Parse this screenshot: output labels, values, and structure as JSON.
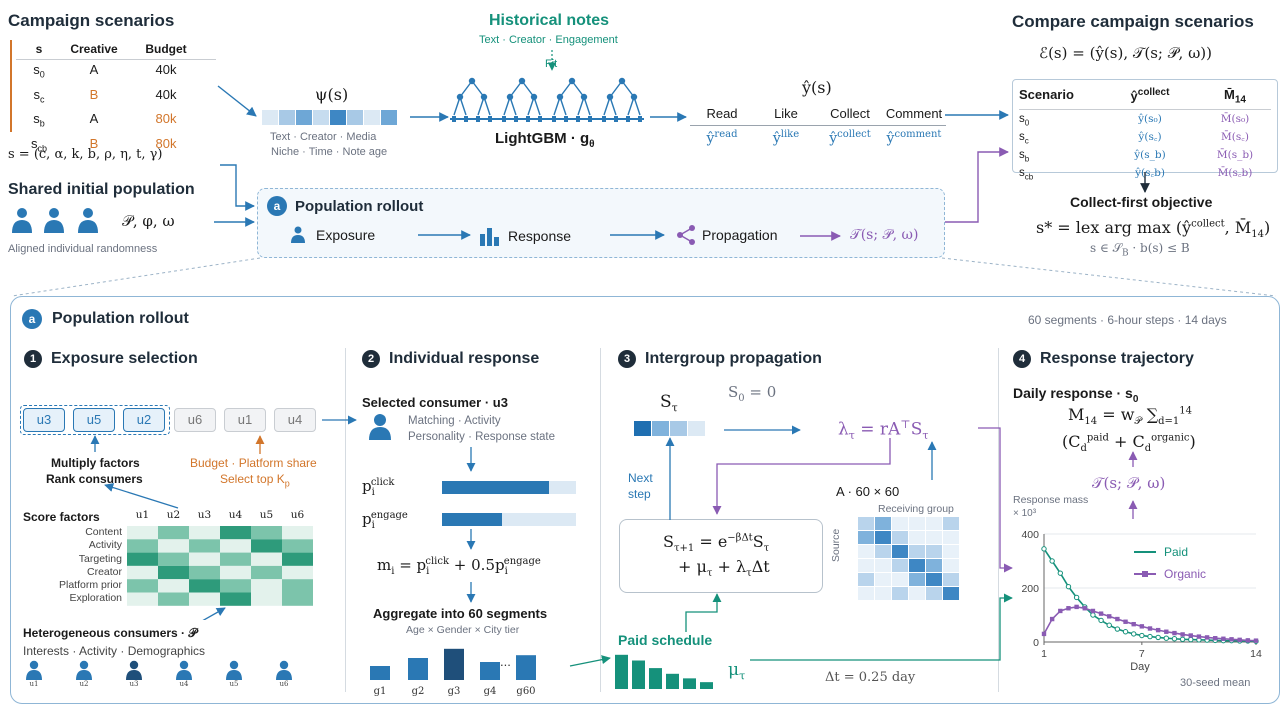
{
  "campaign": {
    "title": "Campaign scenarios",
    "headers": [
      "s",
      "Creative",
      "Budget"
    ],
    "rows": [
      {
        "s": "s",
        "sub": "0",
        "creative": "A",
        "budget": "40k"
      },
      {
        "s": "s",
        "sub": "c",
        "creative": "B",
        "budget": "40k"
      },
      {
        "s": "s",
        "sub": "b",
        "creative": "A",
        "budget": "80k"
      },
      {
        "s": "s",
        "sub": "cb",
        "creative": "B",
        "budget": "80k"
      }
    ],
    "tuple": "s = (c, α, k, b, ρ, η, t, γ)"
  },
  "population": {
    "title": "Shared initial population",
    "params": "𝒫, φ, ω",
    "note": "Aligned individual randomness"
  },
  "psi": {
    "label": "ψ(s)",
    "features_1": "Text · Creator · Media",
    "features_2": "Niche · Time · Note age"
  },
  "historical": {
    "title": "Historical notes",
    "subtitle": "Text · Creator · Engagement",
    "fit": "Fit",
    "model": "LightGBM · g",
    "model_sub": "θ"
  },
  "yhat": {
    "label": "ŷ(s)",
    "outputs": [
      {
        "name": "Read",
        "sym": "ŷ",
        "sup": "read"
      },
      {
        "name": "Like",
        "sym": "ŷ",
        "sup": "like"
      },
      {
        "name": "Collect",
        "sym": "ŷ",
        "sup": "collect"
      },
      {
        "name": "Comment",
        "sym": "ŷ",
        "sup": "comment"
      }
    ]
  },
  "compare": {
    "title": "Compare campaign scenarios",
    "formula": "ℰ(s) = (ŷ(s), 𝒯(s; 𝒫, ω))",
    "headers": {
      "scenario": "Scenario",
      "collect": "ŷ",
      "collect_sup": "collect",
      "m": "M̄",
      "m_sub": "14"
    },
    "rows": [
      {
        "s": "s",
        "sub": "0",
        "y": "ŷ(s₀)",
        "m": "M̄(s₀)"
      },
      {
        "s": "s",
        "sub": "c",
        "y": "ŷ(s꜀)",
        "m": "M̄(s꜀)"
      },
      {
        "s": "s",
        "sub": "b",
        "y": "ŷ(s_b)",
        "m": "M̄(s_b)"
      },
      {
        "s": "s",
        "sub": "cb",
        "y": "ŷ(s꜀b)",
        "m": "M̄(s꜀b)"
      }
    ],
    "objective_title": "Collect-first objective",
    "objective": "s* = lex arg max (ŷ",
    "objective_sup": "collect",
    "objective_tail": ", M̄",
    "objective_tail_sub": "14",
    "objective_end": ")",
    "constraint": "s ∈ 𝒮",
    "constraint_sub": "B",
    "constraint_tail": " · b(s) ≤ B"
  },
  "rollout": {
    "badge": "a",
    "title": "Population rollout",
    "steps": [
      "Exposure",
      "Response",
      "Propagation"
    ],
    "traj": "𝒯(s; 𝒫, ω)"
  },
  "detail": {
    "badge": "a",
    "title": "Population rollout",
    "meta": "60 segments · 6-hour steps · 14 days",
    "sections": [
      {
        "num": "1",
        "title": "Exposure selection"
      },
      {
        "num": "2",
        "title": "Individual response"
      },
      {
        "num": "3",
        "title": "Intergroup propagation"
      },
      {
        "num": "4",
        "title": "Response trajectory"
      }
    ]
  },
  "exposure": {
    "selected": [
      "u3",
      "u5",
      "u2"
    ],
    "unselected": [
      "u6",
      "u1",
      "u4"
    ],
    "multiply": "Multiply factors",
    "rank": "Rank consumers",
    "budget": "Budget · Platform share",
    "select_top": "Select top K",
    "select_top_sub": "p",
    "score_title": "Score factors",
    "score_cols": [
      "u1",
      "u2",
      "u3",
      "u4",
      "u5",
      "u6"
    ],
    "score_rows": [
      "Content",
      "Activity",
      "Targeting",
      "Creator",
      "Platform prior",
      "Exploration"
    ],
    "hetero_title": "Heterogeneous consumers · 𝒫",
    "hetero_sub": "Interests · Activity · Demographics",
    "consumers": [
      "u1",
      "u2",
      "u3",
      "u4",
      "u5",
      "u6"
    ]
  },
  "response": {
    "selected": "Selected consumer · u3",
    "attrs_1": "Matching · Activity",
    "attrs_2": "Personality · Response state",
    "p_click": "p",
    "p_click_sub": "i",
    "p_click_sup": "click",
    "p_engage": "p",
    "p_engage_sub": "i",
    "p_engage_sup": "engage",
    "p_click_value": 0.8,
    "p_engage_value": 0.45,
    "m_formula_a": "m",
    "m_formula_b": " = p",
    "m_formula_c": " + 0.5p",
    "m_formula_sub": "i",
    "m_formula_sup1": "click",
    "m_formula_sup2": "engage",
    "aggregate": "Aggregate into 60 segments",
    "aggregate_sub": "Age × Gender × City tier",
    "segments": [
      "g1",
      "g2",
      "g3",
      "g4",
      "g60"
    ],
    "segment_values": [
      0.35,
      0.55,
      0.78,
      0.45,
      0.62
    ],
    "ellipsis": "..."
  },
  "propagation": {
    "s_tau": "S",
    "s_tau_sub": "τ",
    "s0": "S",
    "s0_sub": "0",
    "s0_tail": " = 0",
    "lambda": "λ",
    "lambda_sub": "τ",
    "lambda_mid": " = rA",
    "lambda_sup": "⊤",
    "lambda_S": "S",
    "lambda_S_sub": "τ",
    "next_step_1": "Next",
    "next_step_2": "step",
    "update_1a": "S",
    "update_1a_sub": "τ+1",
    "update_1b": " = e",
    "update_1b_sup": "−βΔt",
    "update_1c": "S",
    "update_1c_sub": "τ",
    "update_2a": "+ μ",
    "update_2a_sub": "τ",
    "update_2b": " + λ",
    "update_2b_sub": "τ",
    "update_2c": "Δt",
    "matrix_label": "A · 60 × 60",
    "receiving": "Receiving group",
    "source": "Source",
    "paid_schedule": "Paid schedule",
    "mu": "μ",
    "mu_sub": "τ",
    "dt": "Δt = 0.25 day",
    "schedule_values": [
      0.9,
      0.75,
      0.55,
      0.4,
      0.28,
      0.18
    ]
  },
  "trajectory": {
    "title": "Daily response · ",
    "title_b": "s",
    "title_b_sub": "0",
    "m14_a": "M",
    "m14_a_sub": "14",
    "m14_b": " = w",
    "m14_b_sub": "𝒫",
    "m14_c": " ∑",
    "m14_c_sub": "d=1",
    "m14_c_sup": "14",
    "m14_line2_a": "(C",
    "m14_line2_sub1": "d",
    "m14_line2_sup1": "paid",
    "m14_line2_b": " + C",
    "m14_line2_sub2": "d",
    "m14_line2_sup2": "organic",
    "m14_line2_c": ")",
    "traj": "𝒯(s; 𝒫, ω)",
    "footer": "30-seed mean"
  },
  "chart_data": {
    "type": "line",
    "title": "",
    "xlabel": "Day",
    "ylabel": "Response mass",
    "yunit": "× 10³",
    "xlim": [
      1,
      14
    ],
    "ylim": [
      0,
      400
    ],
    "xticks": [
      1,
      7,
      14
    ],
    "yticks": [
      0,
      200,
      400
    ],
    "legend_position": "top-right",
    "x": [
      1,
      1.5,
      2,
      2.5,
      3,
      3.5,
      4,
      4.5,
      5,
      5.5,
      6,
      6.5,
      7,
      7.5,
      8,
      8.5,
      9,
      9.5,
      10,
      10.5,
      11,
      11.5,
      12,
      12.5,
      13,
      13.5,
      14
    ],
    "series": [
      {
        "name": "Paid",
        "color": "#15917b",
        "marker": "circle",
        "values": [
          345,
          300,
          255,
          205,
          165,
          130,
          100,
          80,
          62,
          48,
          38,
          30,
          24,
          20,
          17,
          14,
          12,
          10,
          9,
          8,
          7,
          6,
          5,
          5,
          4,
          4,
          3
        ]
      },
      {
        "name": "Organic",
        "color": "#8a5bb3",
        "marker": "square",
        "values": [
          30,
          85,
          115,
          125,
          130,
          125,
          115,
          105,
          95,
          85,
          75,
          66,
          58,
          50,
          44,
          38,
          33,
          28,
          24,
          20,
          17,
          14,
          12,
          10,
          8,
          6,
          5
        ]
      }
    ]
  },
  "colors": {
    "teal": "#15917b",
    "blue": "#2a78b4",
    "orange": "#d2762b",
    "purple": "#8a5bb3",
    "navy": "#1f2d3a"
  }
}
